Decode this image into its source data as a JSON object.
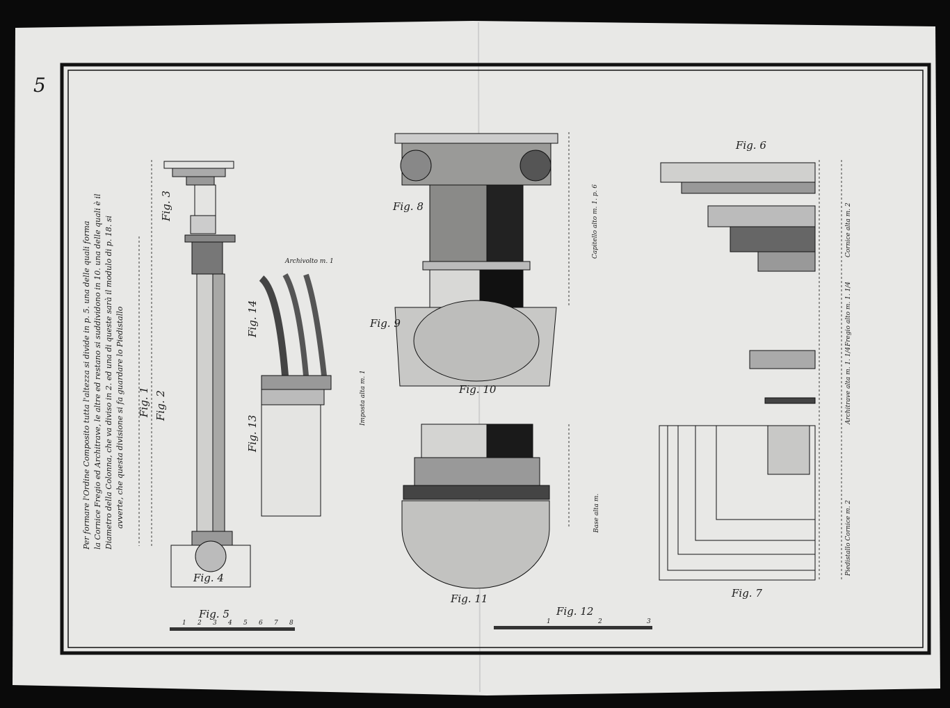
{
  "sheet": {
    "page_number": "5",
    "colors": {
      "paper": "#e8e8e6",
      "ink": "#151515",
      "wash": "#bdbdbd",
      "background": "#0a0a0a"
    },
    "caption": [
      "Per formare l'Ordine Composito tutta l'altezza si divide in p. 5. una delle quali forma",
      "la Cornice Fregio ed Architrave, le altre ed restano si suddividono in 10. una delle quali è il",
      "Diametro della Colonna, che va diviso in 2. ed una di queste sarà il modulo di p. 18. si",
      "avverte, che questa divisione si fa guardare lo Piedistallo"
    ],
    "figures": {
      "fig1": "Fig. 1",
      "fig2": "Fig. 2",
      "fig3": "Fig. 3",
      "fig4": "Fig. 4",
      "fig5": "Fig. 5",
      "fig6": "Fig. 6",
      "fig7": "Fig. 7",
      "fig8": "Fig. 8",
      "fig9": "Fig. 9",
      "fig10": "Fig. 10",
      "fig11": "Fig. 11",
      "fig12": "Fig. 12",
      "fig13": "Fig. 13",
      "fig14": "Fig. 14"
    },
    "annotations": {
      "capitello": "Capitello alto m. 1. p. 6",
      "cornice": "Cornice alta m. 2",
      "fregio": "Fregio alto m. 1. 1/4",
      "architrave": "Architrave alta m. 1. 1/4",
      "piedistallo": "Piedistallo Cornice m. 2",
      "base": "Base alta m.",
      "imposta": "Imposta alta m. 1",
      "archivolto": "Archivolto m. 1"
    },
    "scale_left": [
      "1",
      "2",
      "3",
      "4",
      "5",
      "6",
      "7",
      "8"
    ],
    "scale_right": [
      "1",
      "2",
      "3"
    ]
  }
}
